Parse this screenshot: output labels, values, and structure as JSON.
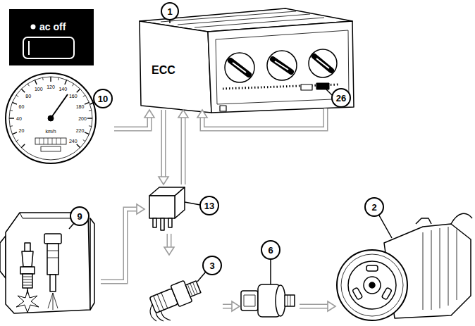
{
  "diagram": {
    "nodes": [
      {
        "text": [
          "1",
          "ECC"
        ]
      },
      {
        "text": [
          "26"
        ]
      },
      {
        "text": [
          "10",
          "20",
          "40",
          "60",
          "80",
          "100",
          "120",
          "140",
          "160",
          "180",
          "200",
          "220",
          "240",
          "km/h"
        ]
      },
      {
        "text": [
          "13"
        ]
      },
      {
        "text": [
          "9"
        ]
      },
      {
        "text": [
          "3"
        ]
      },
      {
        "text": [
          "6"
        ]
      },
      {
        "text": [
          "2"
        ]
      }
    ],
    "edges": [
      {
        "from": 2,
        "to": 0,
        "arrow": "to"
      },
      {
        "from": 1,
        "to": 0,
        "arrow": "to"
      },
      {
        "from": 0,
        "to": 3,
        "arrow": "to"
      },
      {
        "from": 3,
        "to": 0,
        "arrow": "to"
      },
      {
        "from": 4,
        "to": 3,
        "arrow": "to"
      },
      {
        "from": 3,
        "to": 5,
        "arrow": "to"
      },
      {
        "from": 5,
        "to": 6,
        "arrow": "to"
      },
      {
        "from": 6,
        "to": 7,
        "arrow": "to"
      }
    ],
    "labels": [
      "ac off"
    ]
  }
}
